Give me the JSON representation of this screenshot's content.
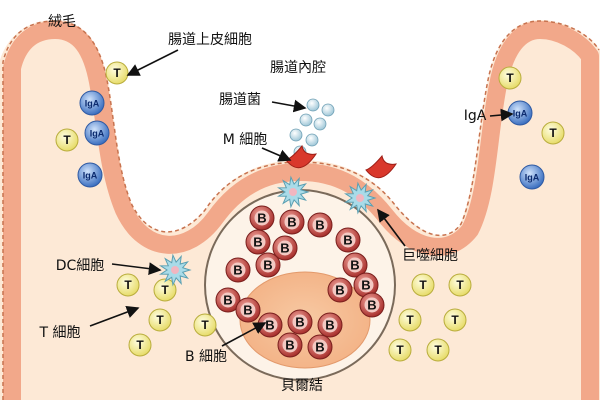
{
  "labels": {
    "villus": "絨毛",
    "epithelial": "腸道上皮細胞",
    "lumen": "腸道內腔",
    "bacteria": "腸道菌",
    "m_cell": "M 細胞",
    "iga": "IgA",
    "dc_cell": "DC細胞",
    "macrophage": "巨噬細胞",
    "t_cell": "T 細胞",
    "b_cell": "B 細胞",
    "peyers_patch": "貝爾結"
  },
  "cell_letters": {
    "t": "T",
    "b": "B",
    "iga": "IgA"
  },
  "colors": {
    "tissue": "#fde9d6",
    "epithelium": "#f2a88a",
    "epithelium_edge": "#c8734f",
    "t_cell": "#f7f2a8",
    "b_cell": "#c0413e",
    "iga_cell": "#5b8fd6",
    "m_cell": "#d9382c",
    "dc_cell": "#a9dbe8",
    "arrow": "#111111"
  }
}
